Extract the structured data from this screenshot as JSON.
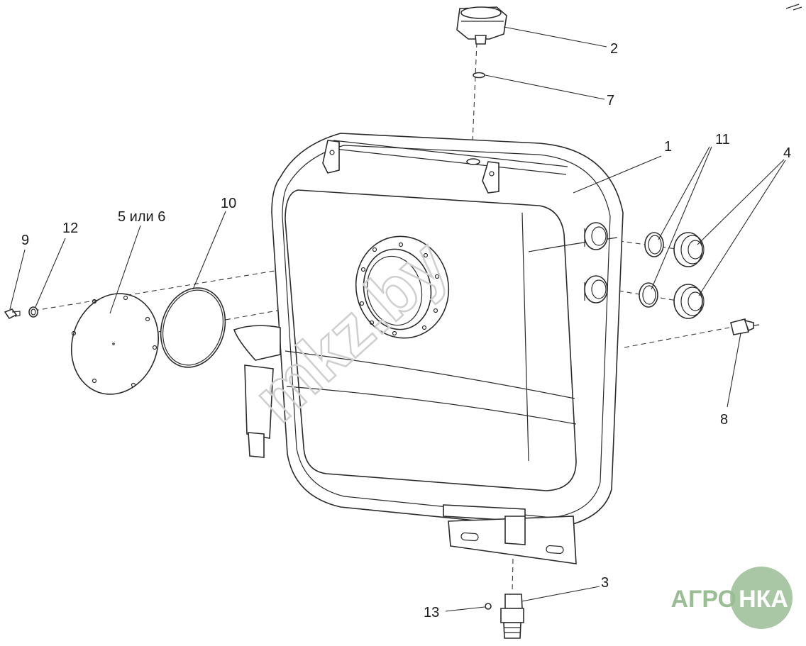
{
  "diagram": {
    "callouts": [
      {
        "id": "1",
        "label": "1"
      },
      {
        "id": "2",
        "label": "2"
      },
      {
        "id": "3",
        "label": "3"
      },
      {
        "id": "4",
        "label": "4"
      },
      {
        "id": "5-or-6",
        "label": "5 или 6"
      },
      {
        "id": "7",
        "label": "7"
      },
      {
        "id": "8",
        "label": "8"
      },
      {
        "id": "9",
        "label": "9"
      },
      {
        "id": "10",
        "label": "10"
      },
      {
        "id": "11",
        "label": "11"
      },
      {
        "id": "12",
        "label": "12"
      },
      {
        "id": "13",
        "label": "13"
      }
    ]
  },
  "watermarks": {
    "diagonal": "mkz.by",
    "logo_left": "АГРО",
    "logo_right": "НКА"
  },
  "colors": {
    "line": "#2b2b2b",
    "watermark": "#d9d9d9",
    "logo_green": "#9bbd95",
    "logo_text": "#ffffff"
  }
}
